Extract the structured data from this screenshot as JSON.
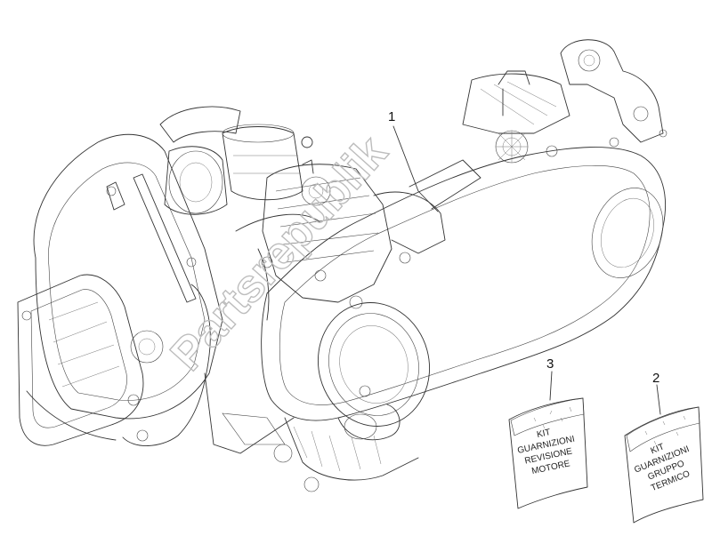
{
  "watermark": "Partsrepublik",
  "callouts": [
    {
      "id": "engine",
      "number": "1"
    },
    {
      "id": "kit-revisione-motore",
      "number": "3"
    },
    {
      "id": "kit-gruppo-termico",
      "number": "2"
    }
  ],
  "kits": [
    {
      "id": "kit-revisione-motore",
      "lines": [
        "KIT",
        "GUARNIZIONI",
        "REVISIONE",
        "MOTORE"
      ]
    },
    {
      "id": "kit-gruppo-termico",
      "lines": [
        "KIT",
        "GUARNIZIONI",
        "GRUPPO",
        "TERMICO"
      ]
    }
  ]
}
